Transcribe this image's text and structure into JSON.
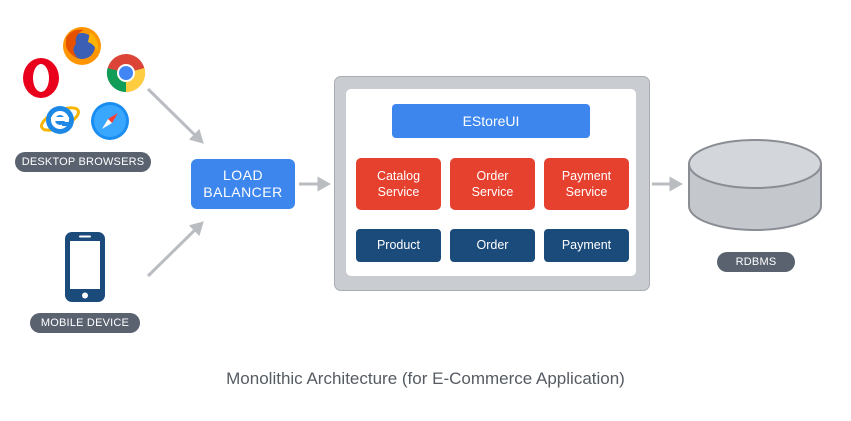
{
  "clients": {
    "desktop_label": "DESKTOP BROWSERS",
    "mobile_label": "MOBILE DEVICE",
    "browsers": [
      "opera-icon",
      "firefox-icon",
      "chrome-icon",
      "internet-explorer-icon",
      "safari-icon"
    ],
    "mobile_icon": "smartphone-icon"
  },
  "load_balancer": {
    "line1": "LOAD",
    "line2": "BALANCER"
  },
  "monolith": {
    "ui": "EStoreUI",
    "services": [
      {
        "line1": "Catalog",
        "line2": "Service"
      },
      {
        "line1": "Order",
        "line2": "Service"
      },
      {
        "line1": "Payment",
        "line2": "Service"
      }
    ],
    "modules": [
      "Product",
      "Order",
      "Payment"
    ]
  },
  "database": {
    "label": "RDBMS",
    "icon": "database-icon"
  },
  "caption": "Monolithic Architecture (for E-Commerce Application)",
  "colors": {
    "blue": "#3d86ee",
    "red": "#e6402f",
    "navy": "#1a4b7b",
    "gray_pill": "#5a6270",
    "container": "#c9ccd1"
  }
}
